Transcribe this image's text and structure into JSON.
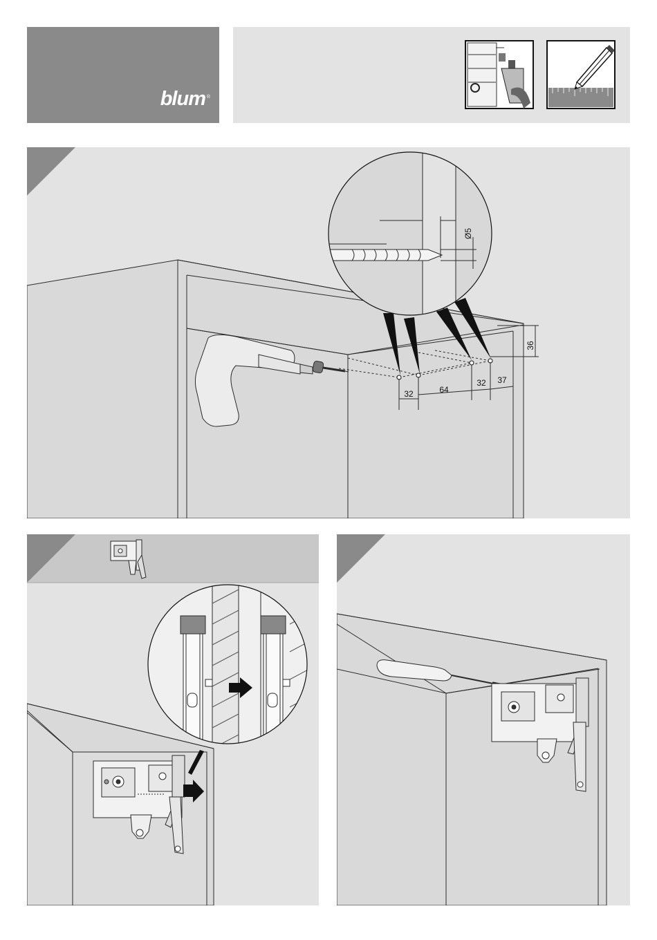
{
  "brand": {
    "logo_text": "blum",
    "registered_mark": "®"
  },
  "header": {
    "icons": [
      "drawer-mechanism-thumbnail-icon",
      "pencil-ruler-icon"
    ]
  },
  "step1": {
    "dimensions": {
      "drill_diameter": "Ø5",
      "height_from_top": "36",
      "spacing_1": "32",
      "spacing_2": "64",
      "spacing_3": "32",
      "edge_distance": "37"
    }
  },
  "step2": {
    "icons": [
      "lift-mechanism-thumbnail-icon",
      "push-arrow-icon"
    ]
  },
  "step3": {
    "icons": [
      "screwdriver-icon"
    ]
  },
  "colors": {
    "panel_bg": "#e3e3e3",
    "logo_bg": "#8a8a8a",
    "corner_triangle": "#8a8a8a",
    "cabinet_fill": "#d8d8d8",
    "line": "#2a2a2a"
  }
}
